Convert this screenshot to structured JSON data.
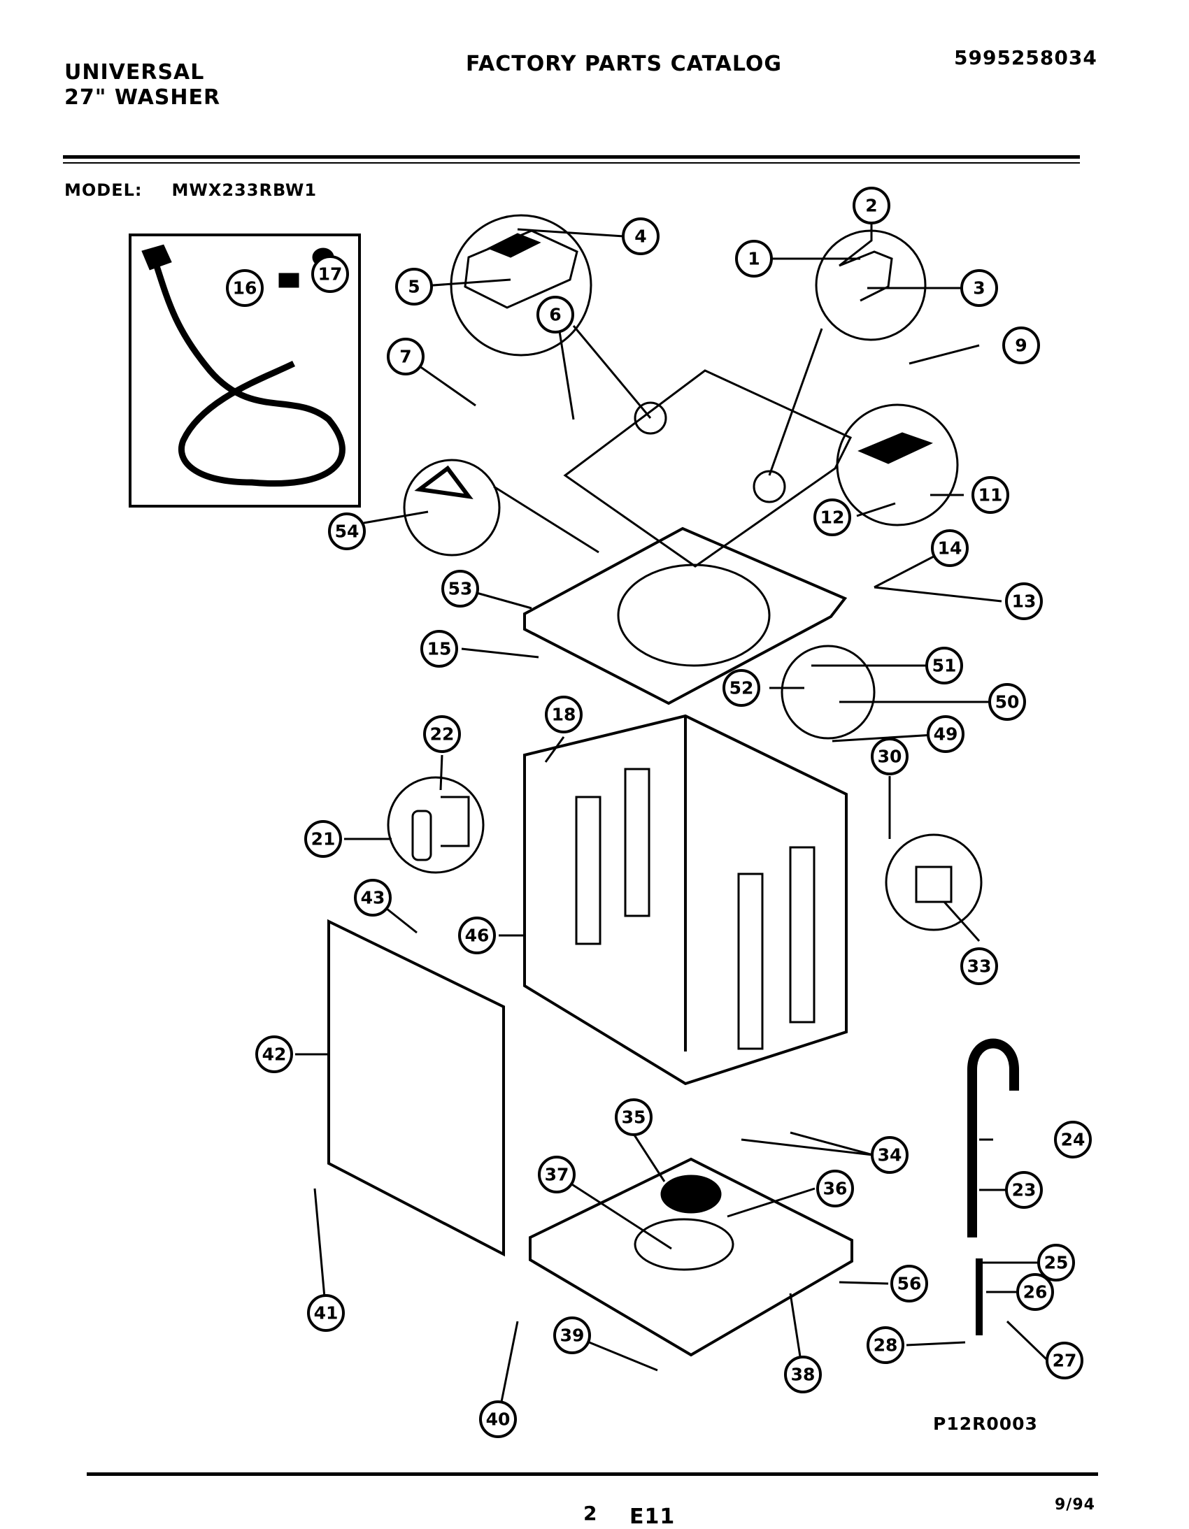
{
  "header": {
    "brand_line1": "UNIVERSAL",
    "brand_line2": "27\" WASHER",
    "title": "FACTORY PARTS CATALOG",
    "catalog_number": "5995258034",
    "model_label": "MODEL:",
    "model_value": "MWX233RBW1"
  },
  "diagram": {
    "code": "P12R0003",
    "callouts": [
      "1",
      "2",
      "3",
      "4",
      "5",
      "6",
      "7",
      "9",
      "11",
      "12",
      "13",
      "14",
      "15",
      "16",
      "17",
      "18",
      "21",
      "22",
      "23",
      "24",
      "25",
      "26",
      "27",
      "28",
      "30",
      "33",
      "34",
      "35",
      "36",
      "37",
      "38",
      "39",
      "40",
      "41",
      "42",
      "43",
      "46",
      "49",
      "50",
      "51",
      "52",
      "53",
      "54",
      "56"
    ]
  },
  "footer": {
    "page_number": "2",
    "section_code": "E11",
    "date_code": "9/94"
  }
}
